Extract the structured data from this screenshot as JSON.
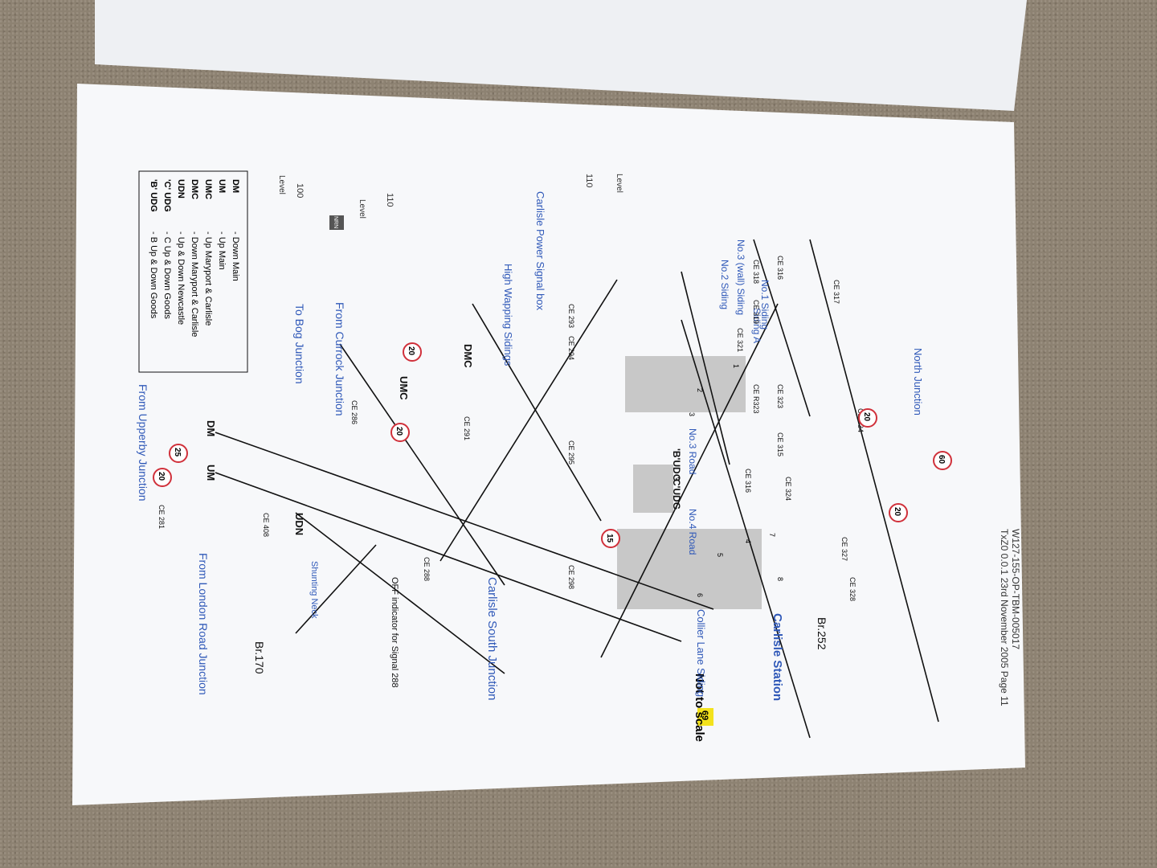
{
  "document": {
    "header_line1": "W127-155-OP-TBM-005017",
    "header_line2": "TxZ0 0.0.1 23rd November 2005 Page 11",
    "page_number": "69",
    "not_to_scale": "Not to scale",
    "logo_text": "NRN",
    "level_100": "100",
    "level_110_a": "110",
    "level_110_b": "110",
    "level_word": "Level"
  },
  "places": {
    "north_junction": "North Junction",
    "carlisle_station": "Carlisle Station",
    "carlisle_south_junction": "Carlisle South Junction",
    "from_london_road": "From London Road Junction",
    "from_currock": "From Currock Junction",
    "to_bog": "To Bog Junction",
    "from_upperby": "From Upperby Junction",
    "signal_box": "Carlisle Power Signal box",
    "high_wapping": "High Wapping Sidings",
    "collier_lane": "Collier Lane Siding",
    "shunting_neck": "Shunting Neck",
    "off_indicator": "OFF indicator for Signal 288",
    "br_252": "Br.252",
    "br_170": "Br.170"
  },
  "sidings": {
    "no3_wall": "No.3 (wall) Siding",
    "no2": "No.2 Siding",
    "no1": "No.1 Siding",
    "siding_a": "Siding A",
    "no3_road": "No.3 Road",
    "no4_road": "No.4 Road"
  },
  "lines": {
    "dmc": "DMC",
    "umc": "UMC",
    "dm": "DM",
    "um": "UM",
    "udn": "UDN",
    "c_udg": "'C'UDG",
    "b_udg": "'B'UDG"
  },
  "signals": [
    "CE 316",
    "CE 317",
    "CE 318",
    "CE 319",
    "CE 321",
    "CE 323",
    "CE R323",
    "CE 334",
    "CE 315",
    "CE 316",
    "CE 324",
    "CE 327",
    "CE 328",
    "CE 293",
    "CE 294",
    "CE 291",
    "CE 286",
    "CE 295",
    "CE 408",
    "CE 281",
    "CE 288",
    "CE 298"
  ],
  "speeds": [
    "60",
    "20",
    "20",
    "20",
    "20",
    "25",
    "20",
    "15"
  ],
  "platforms": [
    "1",
    "2",
    "3",
    "4",
    "5",
    "6",
    "7",
    "8"
  ],
  "legend": [
    {
      "code": "DM",
      "desc": "- Down Main"
    },
    {
      "code": "UM",
      "desc": "- Up Main"
    },
    {
      "code": "UMC",
      "desc": "- Up Maryport & Carlisle"
    },
    {
      "code": "DMC",
      "desc": "- Down Maryport & Carlisle"
    },
    {
      "code": "UDN",
      "desc": "- Up & Down Newcastle"
    },
    {
      "code": "'C' UDG",
      "desc": "- C Up & Down Goods"
    },
    {
      "code": "'B' UDG",
      "desc": "- B Up & Down Goods"
    }
  ],
  "colors": {
    "blue_text": "#2f58b8",
    "speed_red": "#d0303a",
    "platform_grey": "#c8c8c8",
    "page_note_yellow": "#f3e21c"
  }
}
